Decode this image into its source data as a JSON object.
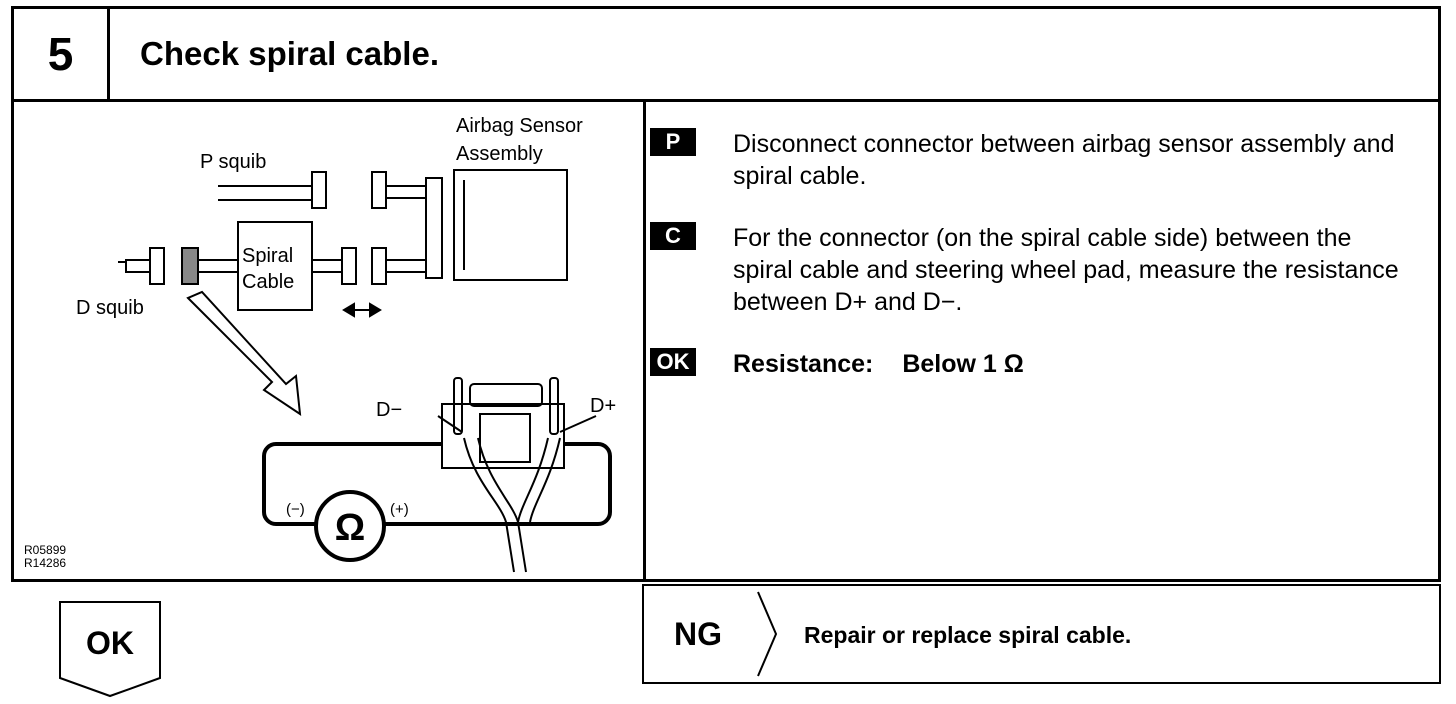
{
  "step": {
    "number": "5",
    "title": "Check spiral cable."
  },
  "figure": {
    "labels": {
      "sensor_line1": "Airbag Sensor",
      "sensor_line2": "Assembly",
      "p_squib": "P squib",
      "spiral_line1": "Spiral",
      "spiral_line2": "Cable",
      "d_squib": "D squib",
      "d_minus": "D−",
      "d_plus": "D+",
      "ohm_symbol": "Ω",
      "neg_terminal": "(−)",
      "pos_terminal": "(+)"
    },
    "codes": [
      "R05899",
      "R14286"
    ]
  },
  "instructions": [
    {
      "tag": "P",
      "text": "Disconnect connector between airbag sensor assembly and spiral cable."
    },
    {
      "tag": "C",
      "text": "For the connector (on the spiral cable side) between the spiral cable and steering wheel pad, measure the resistance between D+ and D−."
    }
  ],
  "spec": {
    "tag": "OK",
    "label": "Resistance:",
    "value": "Below 1 Ω"
  },
  "ok_result": {
    "label": "OK"
  },
  "ng_result": {
    "label": "NG",
    "action": "Repair or replace spiral cable."
  }
}
